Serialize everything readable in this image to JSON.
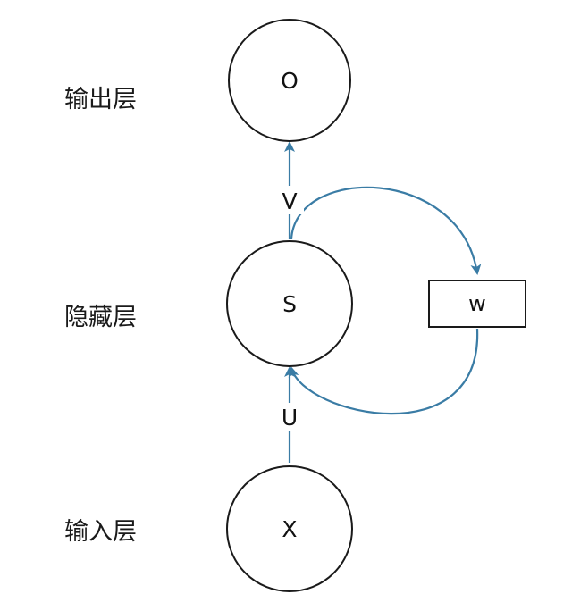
{
  "layers": {
    "output": "输出层",
    "hidden": "隐藏层",
    "input": "输入层"
  },
  "nodes": {
    "output": "O",
    "hidden": "S",
    "input": "X"
  },
  "weights": {
    "input_to_hidden": "U",
    "hidden_to_output": "V",
    "recurrent": "w"
  },
  "colors": {
    "edge": "#3a7ca5",
    "outline": "#1a1a1a"
  }
}
